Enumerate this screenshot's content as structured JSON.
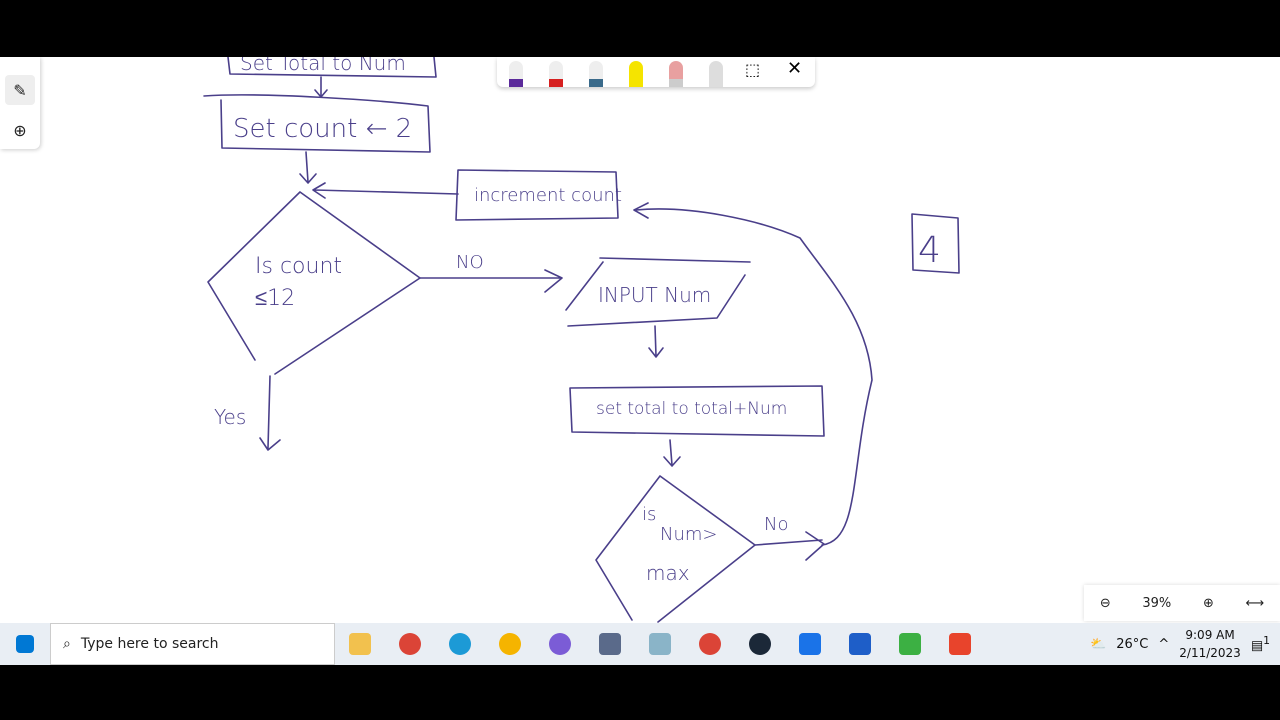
{
  "whiteboard": {
    "labels": {
      "set_total": "Set Total to Num",
      "set_count": "Set count ← 2",
      "increment": "increment count",
      "is_count_1": "Is count",
      "is_count_2": "≤12",
      "no1": "NO",
      "input": "INPUT Num",
      "set_total2": "set total to total+Num",
      "is_num_1": "is",
      "is_num_2": "Num>",
      "is_num_3": "max",
      "no2": "No",
      "yes": "Yes",
      "box4": "4"
    }
  },
  "pen_colors": [
    "#5b2a9a",
    "#d62020",
    "#3a6a8a",
    "#f5e400",
    "#e8a0a0",
    "#c8c8c8"
  ],
  "zoom": {
    "level": "39%"
  },
  "taskbar": {
    "search_placeholder": "Type here to search",
    "weather": "26°C",
    "time": "9:09 AM",
    "date": "2/11/2023",
    "notifications": "1",
    "apps": [
      {
        "name": "file-explorer",
        "color": "#f2c14e"
      },
      {
        "name": "chrome",
        "color": "#db4437"
      },
      {
        "name": "edge",
        "color": "#1c9ad6"
      },
      {
        "name": "duck-app",
        "color": "#f5b400"
      },
      {
        "name": "discord-app",
        "color": "#7b5cd6"
      },
      {
        "name": "app",
        "color": "#5a6a8a"
      },
      {
        "name": "app",
        "color": "#8ab4c8"
      },
      {
        "name": "chrome",
        "color": "#db4437"
      },
      {
        "name": "steam",
        "color": "#1b2838"
      },
      {
        "name": "app",
        "color": "#1a73e8"
      },
      {
        "name": "whiteboard",
        "color": "#1e5ec8"
      },
      {
        "name": "app",
        "color": "#3cb043"
      },
      {
        "name": "app",
        "color": "#e8442c"
      }
    ]
  }
}
